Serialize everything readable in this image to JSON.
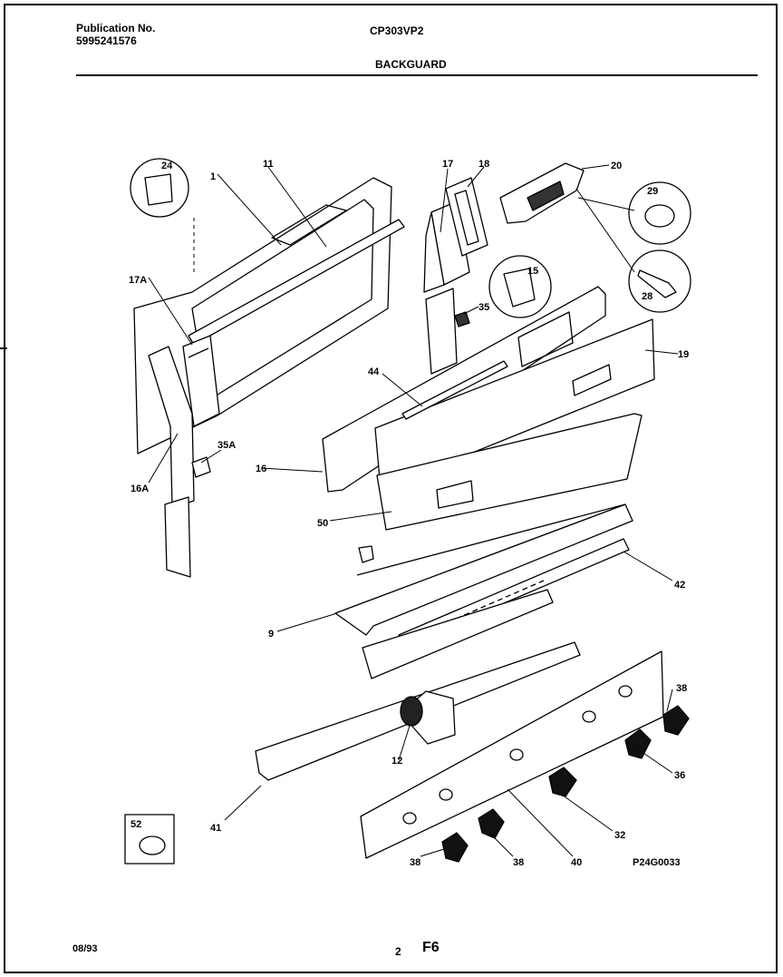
{
  "header": {
    "publication_label": "Publication No.",
    "publication_number": "5995241576",
    "model": "CP303VP2",
    "section": "BACKGUARD"
  },
  "callouts": [
    "1",
    "11",
    "17",
    "18",
    "20",
    "24",
    "29",
    "17A",
    "15",
    "28",
    "35",
    "44",
    "19",
    "35A",
    "16",
    "16A",
    "50",
    "42",
    "9",
    "38",
    "36",
    "12",
    "41",
    "32",
    "52",
    "38",
    "38",
    "40"
  ],
  "drawing_code": "P24G0033",
  "footer": {
    "date": "08/93",
    "page": "2",
    "figure": "F6"
  }
}
